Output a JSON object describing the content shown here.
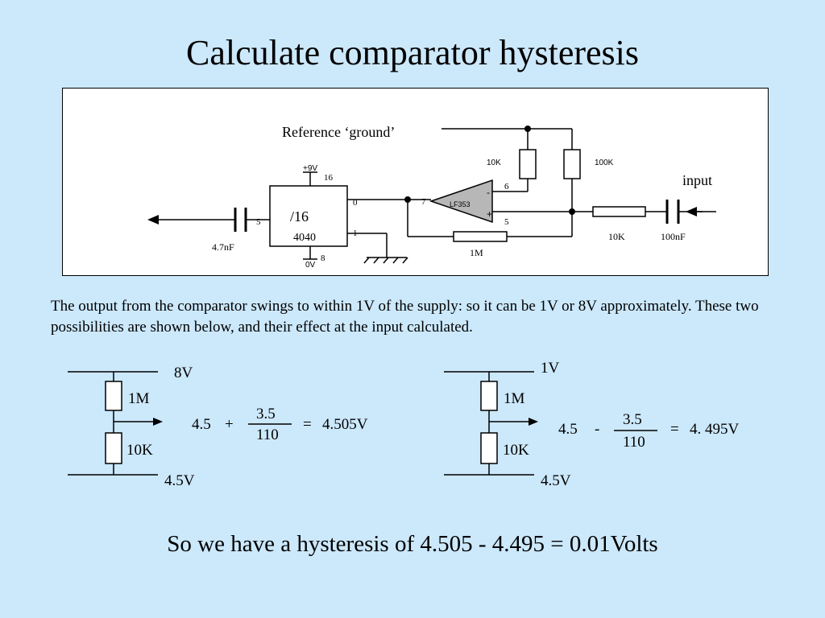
{
  "title": "Calculate comparator hysteresis",
  "circuit": {
    "reference_label": "Reference ‘ground’",
    "input_label": "input",
    "ic": {
      "divider": "/16",
      "part": "4040",
      "supply_pos": "+9V",
      "supply_neg": "0V",
      "pin_supply": "16",
      "pin_gnd": "8",
      "pin_in": "5",
      "pin_q0": "0",
      "pin_q1": "1"
    },
    "opamp": {
      "part": "LF353",
      "minus": "-",
      "plus": "+",
      "pin_out": "7",
      "pin_inv": "6",
      "pin_noninv": "5"
    },
    "components": {
      "r_ref": "10K",
      "r_fb_top": "100K",
      "r_in": "10K",
      "c_in": "100nF",
      "r_fb": "1M",
      "c_out": "4.7nF"
    }
  },
  "explanation": "The output from the comparator swings to within 1V of  the supply: so it can be 1V or 8V approximately.  These two possibilities are shown below, and their effect at the input calculated.",
  "cases": [
    {
      "top_voltage": "8V",
      "r_top": "1M",
      "r_bottom": "10K",
      "bottom_voltage": "4.5V",
      "base": "4.5",
      "op": "+",
      "numerator": "3.5",
      "denominator": "110",
      "result": "4.505V"
    },
    {
      "top_voltage": "1V",
      "r_top": "1M",
      "r_bottom": "10K",
      "bottom_voltage": "4.5V",
      "base": "4.5",
      "op": "-",
      "numerator": "3.5",
      "denominator": "110",
      "result": "4. 495V"
    }
  ],
  "summary": "So we have a hysteresis of 4.505 - 4.495 =   0.01Volts"
}
